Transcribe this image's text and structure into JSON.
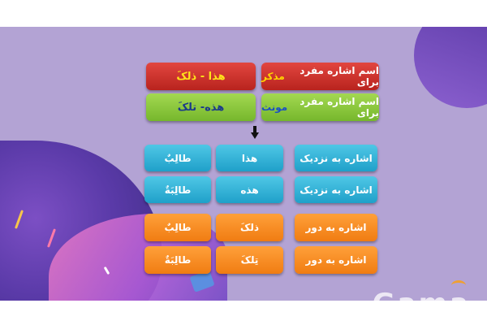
{
  "top_rows": [
    {
      "label_prefix": "اسم اشاره مفرد برای ",
      "label_highlight": "مذکر",
      "value": "هذا - ذلکَ"
    },
    {
      "label_prefix": "اسم اشاره مفرد برای ",
      "label_highlight": "مونث",
      "value": "هذه- تلکَ"
    }
  ],
  "grid_rows": [
    {
      "desc": "اشاره به نزدیک",
      "pronoun": "هذا",
      "noun": "طالِبٌ"
    },
    {
      "desc": "اشاره به نزدیک",
      "pronoun": "هذه",
      "noun": "طالِبَةٌ"
    },
    {
      "desc": "اشاره به دور",
      "pronoun": "ذلکَ",
      "noun": "طالِبٌ"
    },
    {
      "desc": "اشاره به دور",
      "pronoun": "تِلکَ",
      "noun": "طالِبَةٌ"
    }
  ],
  "brand": "Gama",
  "colors": {
    "red": "#c42e28",
    "green": "#8cc63f",
    "blue": "#2fb3dc",
    "orange": "#f58a1f",
    "background": "#b3a3d4"
  }
}
